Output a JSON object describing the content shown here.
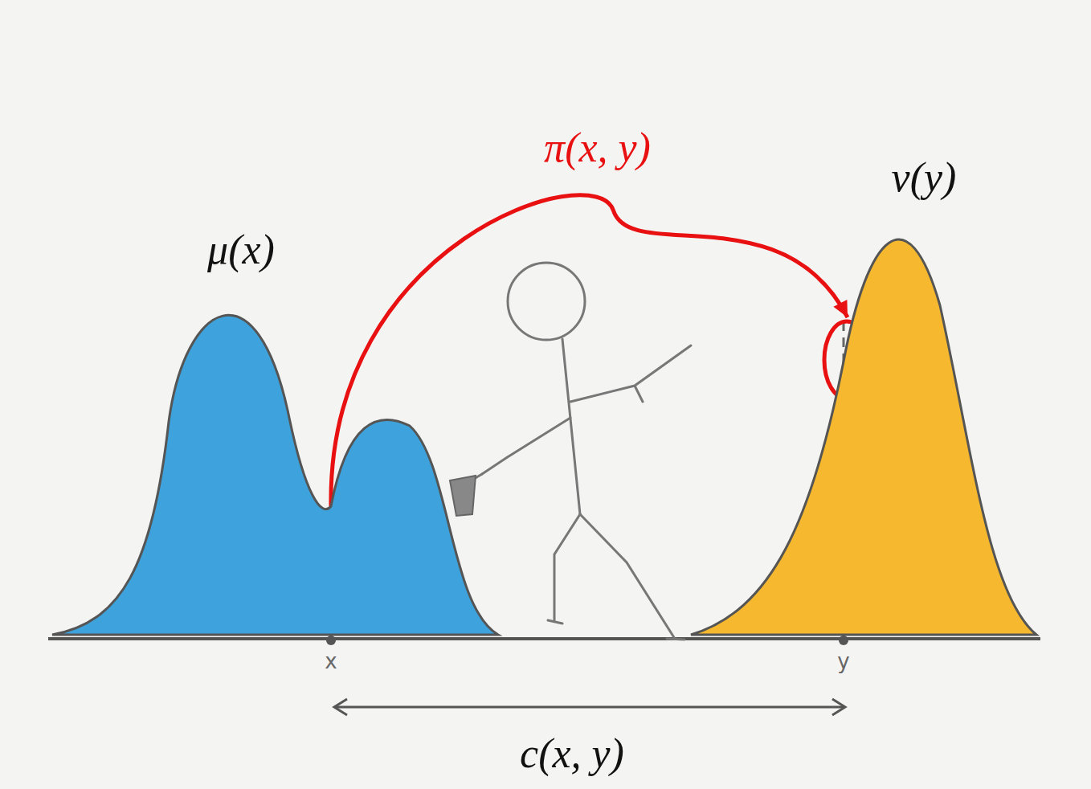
{
  "diagram": {
    "nodes": [
      {
        "text": [
          "μ(x)"
        ]
      },
      {
        "text": [
          "ν(y)"
        ]
      }
    ],
    "edges": [
      {
        "from": 0,
        "to": 1,
        "label": "π(x, y)",
        "arrow": "to"
      }
    ],
    "labels": [
      "x",
      "y",
      "c(x, y)"
    ]
  }
}
